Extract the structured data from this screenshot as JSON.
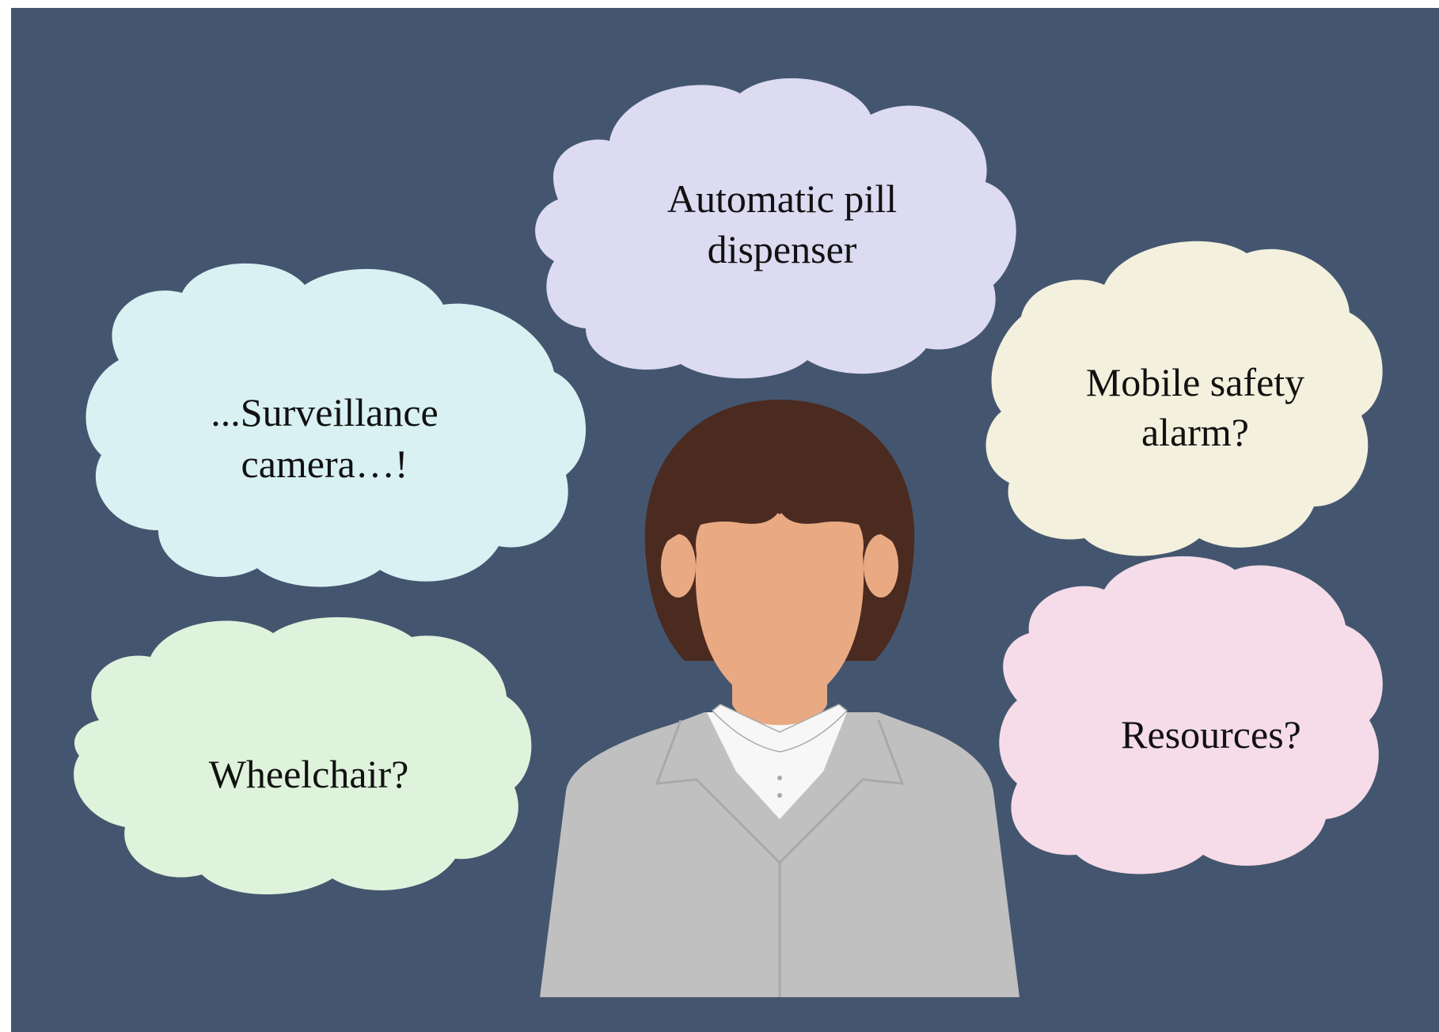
{
  "colors": {
    "background": "#44566f",
    "frame": "#ffffff",
    "cloud_top": "#dcdbf2",
    "cloud_left_upper": "#d9f1f3",
    "cloud_left_lower": "#dff3dc",
    "cloud_right_upper": "#f3f0dd",
    "cloud_right_lower": "#f5dce8",
    "hair": "#4b2a20",
    "skin": "#e9aa83",
    "jacket": "#c0c0c0",
    "jacket_line": "#a9a9a9",
    "shirt": "#f7f7f7",
    "text": "#111111"
  },
  "clouds": {
    "top": {
      "icon": "thought-cloud",
      "lines": [
        "Automatic pill",
        "dispenser"
      ]
    },
    "left_upper": {
      "icon": "thought-cloud",
      "lines": [
        "...Surveillance",
        "camera…!"
      ]
    },
    "left_lower": {
      "icon": "thought-cloud",
      "lines": [
        "Wheelchair?"
      ]
    },
    "right_upper": {
      "icon": "thought-cloud",
      "lines": [
        "Mobile safety",
        "alarm?"
      ]
    },
    "right_lower": {
      "icon": "thought-cloud",
      "lines": [
        "Resources?"
      ]
    }
  },
  "figure": {
    "icon": "person-avatar"
  }
}
